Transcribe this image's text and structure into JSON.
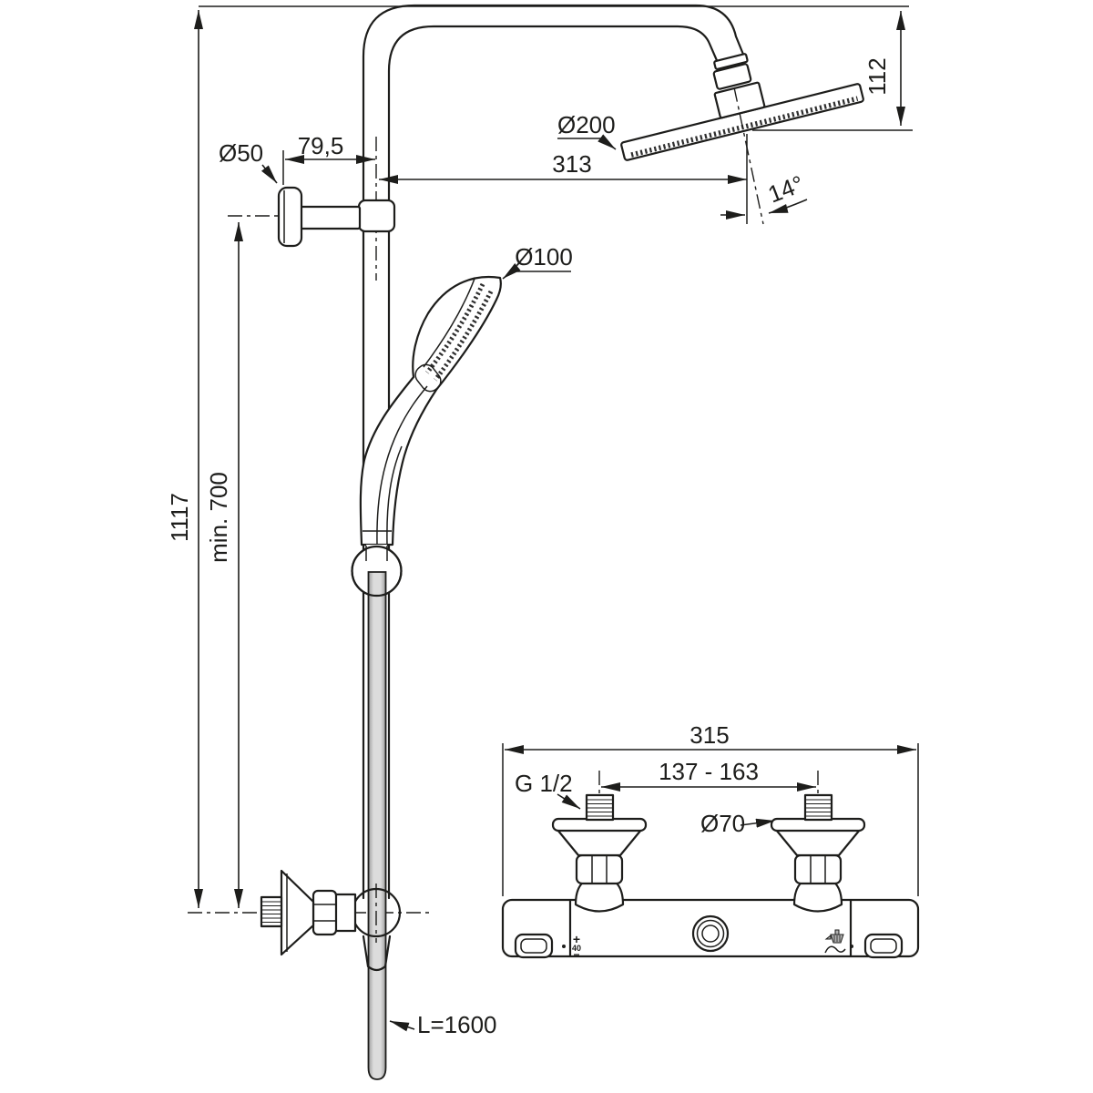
{
  "drawing": {
    "type": "technical-dimension-drawing",
    "subject": "shower system with overhead shower, hand shower and thermostatic mixer",
    "colors": {
      "line": "#1d1d1b",
      "hose_fill_center": "#dcdcdc",
      "hose_fill_edge": "#9e9e9e",
      "background": "#ffffff"
    }
  },
  "labels": {
    "overall_height": "1117",
    "min_installation_height": "min. 700",
    "wall_bracket_offset": "79,5",
    "wall_bracket_diameter": "Ø50",
    "head_wall_distance": "313",
    "head_height_drop": "112",
    "overhead_diameter": "Ø200",
    "head_tilt_angle": "14°",
    "handspray_diameter": "Ø100",
    "hose_length": "L=1600",
    "mixer_overall_width": "315",
    "inlet_center_distance": "137 - 163",
    "inlet_thread_size": "G 1/2",
    "escutcheon_diameter": "Ø70",
    "temp_scale_plus": "+",
    "temp_scale_value": "40",
    "temp_scale_minus": "−"
  },
  "icons": {
    "diverter_shower": "shower-head-icon",
    "diverter_flow": "wave-icon"
  }
}
